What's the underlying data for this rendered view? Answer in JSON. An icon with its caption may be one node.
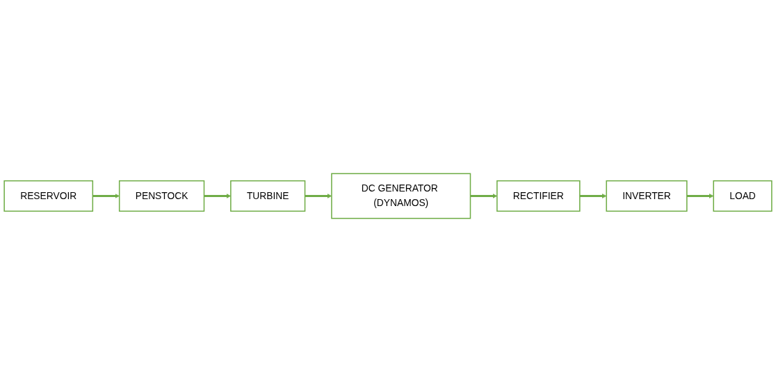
{
  "diagram": {
    "nodes": [
      {
        "text": [
          "RESERVOIR"
        ]
      },
      {
        "text": [
          "PENSTOCK"
        ]
      },
      {
        "text": [
          "TURBINE"
        ]
      },
      {
        "text": [
          "DC GENERATOR (DYNAMOS)"
        ]
      },
      {
        "text": [
          "RECTIFIER"
        ]
      },
      {
        "text": [
          "INVERTER"
        ]
      },
      {
        "text": [
          "LOAD"
        ]
      }
    ],
    "edges": [
      {
        "from": 0,
        "to": 1,
        "arrow": "to"
      },
      {
        "from": 1,
        "to": 2,
        "arrow": "to"
      },
      {
        "from": 2,
        "to": 3,
        "arrow": "to"
      },
      {
        "from": 3,
        "to": 4,
        "arrow": "to"
      },
      {
        "from": 4,
        "to": 5,
        "arrow": "to"
      },
      {
        "from": 5,
        "to": 6,
        "arrow": "to"
      }
    ]
  }
}
